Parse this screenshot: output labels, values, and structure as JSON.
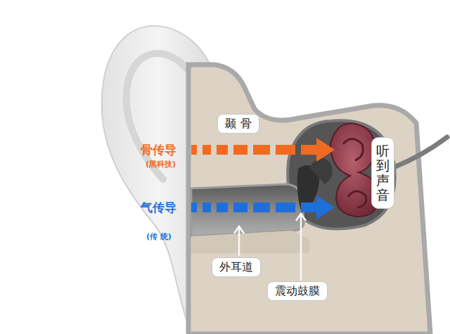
{
  "diagram": {
    "nodes": [
      {
        "text": [
          "颞 骨"
        ]
      },
      {
        "text": [
          "听到声音"
        ]
      },
      {
        "text": [
          "外耳道"
        ]
      },
      {
        "text": [
          "震动鼓膜"
        ]
      }
    ],
    "labels": [
      "骨传导",
      "(黑科技)",
      "气传导",
      "(传 统)"
    ]
  }
}
